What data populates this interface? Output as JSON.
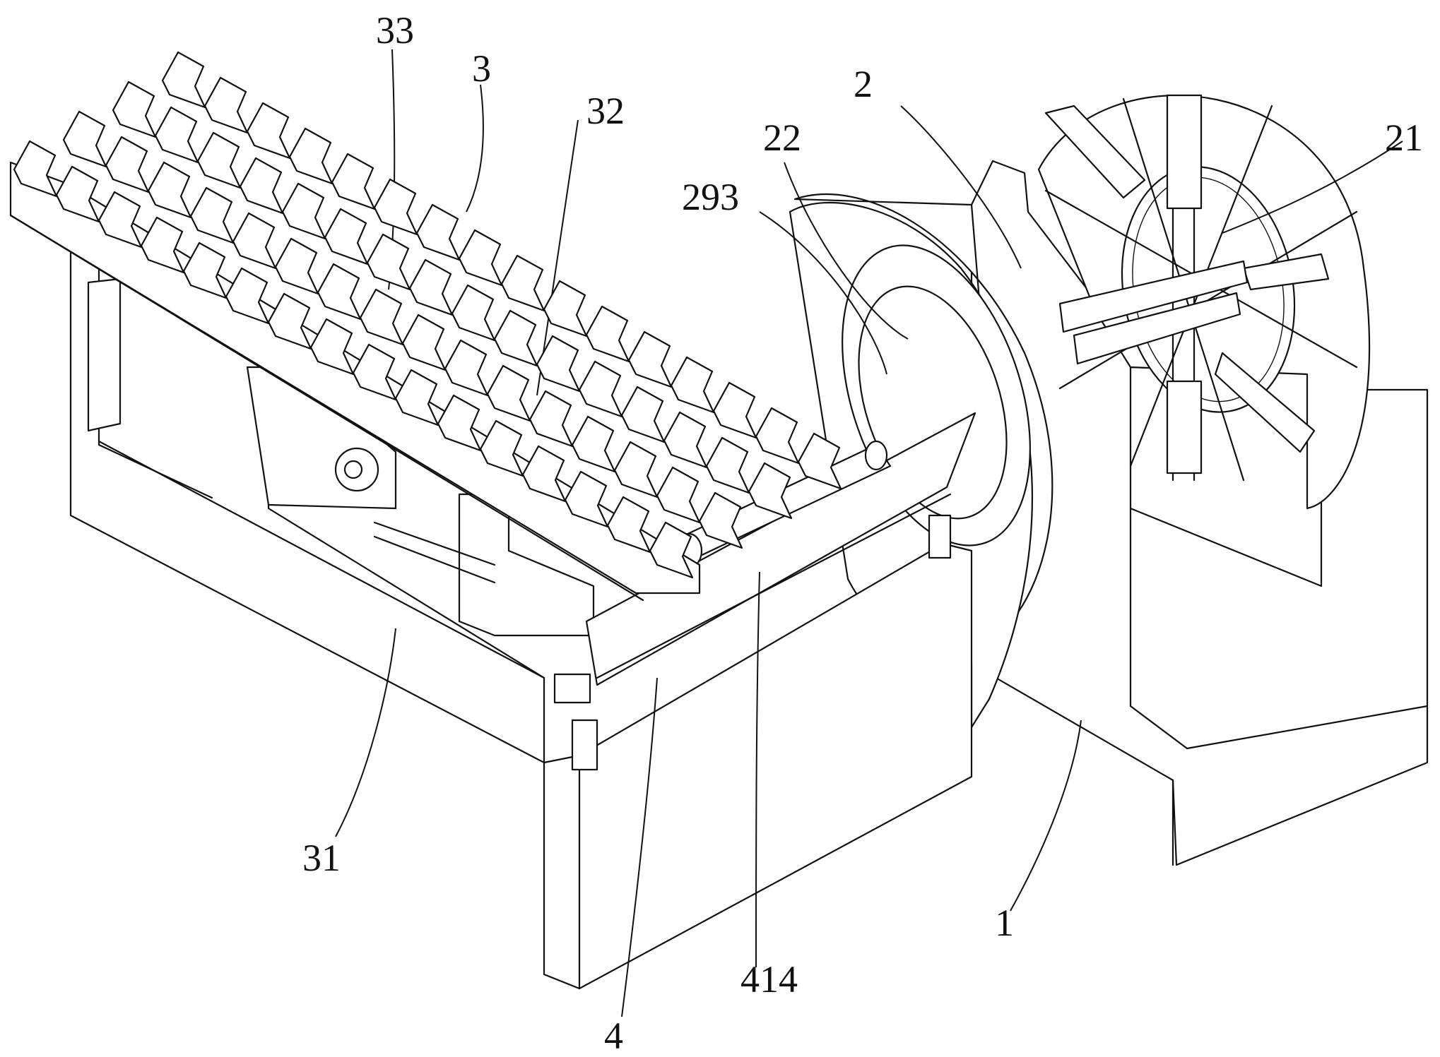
{
  "labels": {
    "l33": "33",
    "l3": "3",
    "l32": "32",
    "l2": "2",
    "l22": "22",
    "l21": "21",
    "l293": "293",
    "l31": "31",
    "l414": "414",
    "l4": "4",
    "l1": "1"
  }
}
